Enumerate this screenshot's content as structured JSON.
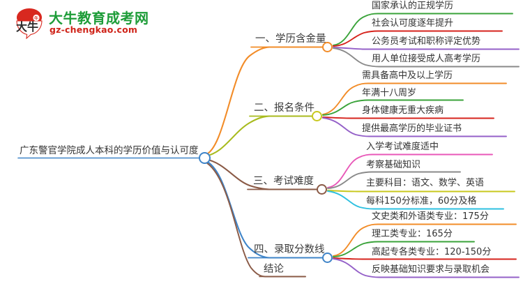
{
  "logo": {
    "mark_char": "大牛",
    "name_cn": "大牛教育成考网",
    "name_en": "gz-chengkao.com",
    "color_cn": "#1d9c38",
    "color_en": "#cf2318",
    "color_mark": "#d8281f"
  },
  "mindmap": {
    "root": {
      "label": "广东警官学院成人本科的学历价值与认可度",
      "node_color": "#3f84c8",
      "underline_color": "#3f84c8"
    },
    "branches": [
      {
        "label": "一、学历含金量",
        "edge_color": "#f28c28",
        "node_color": "#f28c28",
        "children": [
          {
            "label": "国家承认的正规学历",
            "color": "#3aa33a"
          },
          {
            "label": "社会认可度逐年提升",
            "color": "#d6231c"
          },
          {
            "label": "公务员考试和职称评定优势",
            "color": "#9460c8"
          },
          {
            "label": "用人单位接受成人高考学历",
            "color": "#8a8a8a"
          }
        ]
      },
      {
        "label": "二、报名条件",
        "edge_color": "#a8bb1e",
        "node_color": "#c8c81e",
        "children": [
          {
            "label": "需具备高中及以上学历",
            "color": "#f28c28"
          },
          {
            "label": "年满十八周岁",
            "color": "#3aa33a"
          },
          {
            "label": "身体健康无重大疾病",
            "color": "#d6231c"
          },
          {
            "label": "提供最高学历的毕业证书",
            "color": "#9460c8"
          }
        ]
      },
      {
        "label": "三、考试难度",
        "edge_color": "#8a5a46",
        "node_color": "#8a5a46",
        "children": [
          {
            "label": "入学考试难度适中",
            "color": "#e858b8"
          },
          {
            "label": "考察基础知识",
            "color": "#8a8a8a"
          },
          {
            "label": "主要科目：语文、数学、英语",
            "color": "#c8c81e"
          },
          {
            "label": "每科150分标准，60分及格",
            "color": "#2ec0e0"
          }
        ]
      },
      {
        "label": "四、录取分数线",
        "edge_color": "#3f84c8",
        "node_color": "#3f84c8",
        "children": [
          {
            "label": "文史类和外语类专业：175分",
            "color": "#f28c28"
          },
          {
            "label": "理工类专业：165分",
            "color": "#3aa33a"
          },
          {
            "label": "高起专各类专业：120-150分",
            "color": "#d6231c"
          },
          {
            "label": "反映基础知识要求与录取机会",
            "color": "#9460c8"
          }
        ]
      },
      {
        "label": "结论",
        "edge_color": "#8a5a46",
        "node_color": "#8a5a46",
        "children": []
      }
    ]
  }
}
